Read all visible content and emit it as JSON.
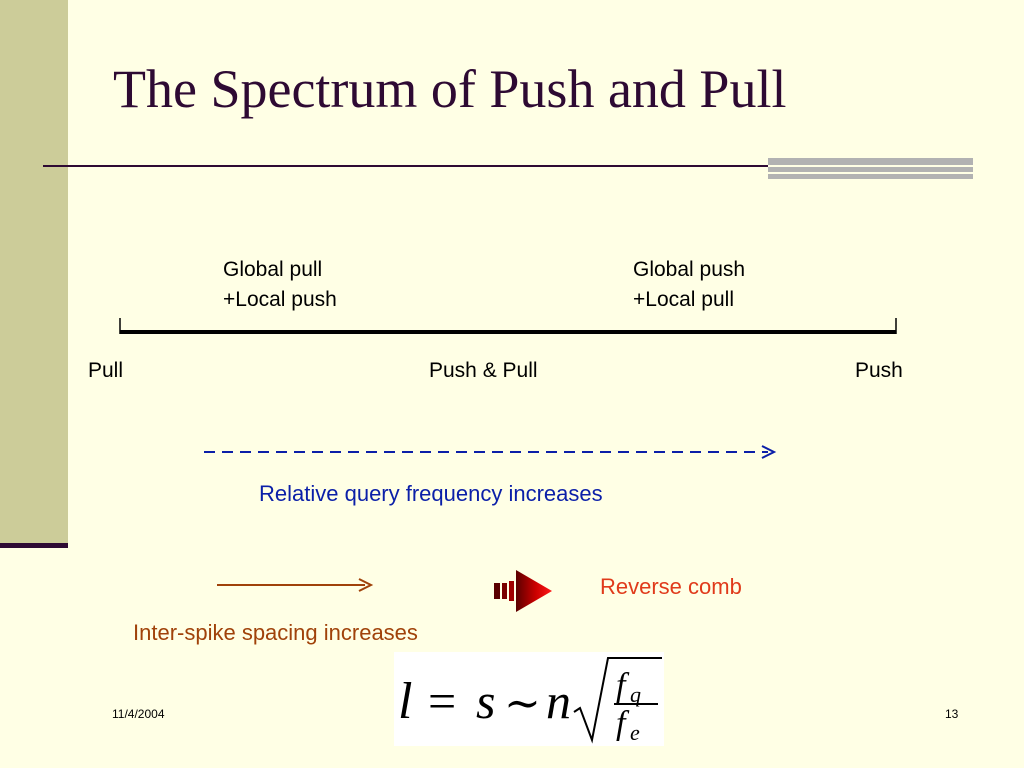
{
  "title": "The Spectrum of Push and Pull",
  "spectrum": {
    "top_left_line1": "Global pull",
    "top_left_line2": "+Local push",
    "top_right_line1": "Global push",
    "top_right_line2": "+Local pull",
    "end_left": "Pull",
    "middle": "Push & Pull",
    "end_right": "Push"
  },
  "blue_caption": "Relative query frequency increases",
  "reverse_comb": {
    "word1": "Reverse",
    "word2": "comb"
  },
  "brown_caption": "Inter-spike spacing increases",
  "formula": {
    "l": "l",
    "eq": "=",
    "s": "s",
    "sim": "∼",
    "n": "n",
    "fq": "f",
    "q": "q",
    "fe": "f",
    "e": "e"
  },
  "footer": {
    "date": "11/4/2004",
    "slide_number": "13"
  },
  "colors": {
    "background": "#FFFFE5",
    "title": "#2E0A33",
    "band": "#CCCC99",
    "blue": "#0B1FA8",
    "red": "#E03A1A",
    "brown": "#A0420A"
  }
}
